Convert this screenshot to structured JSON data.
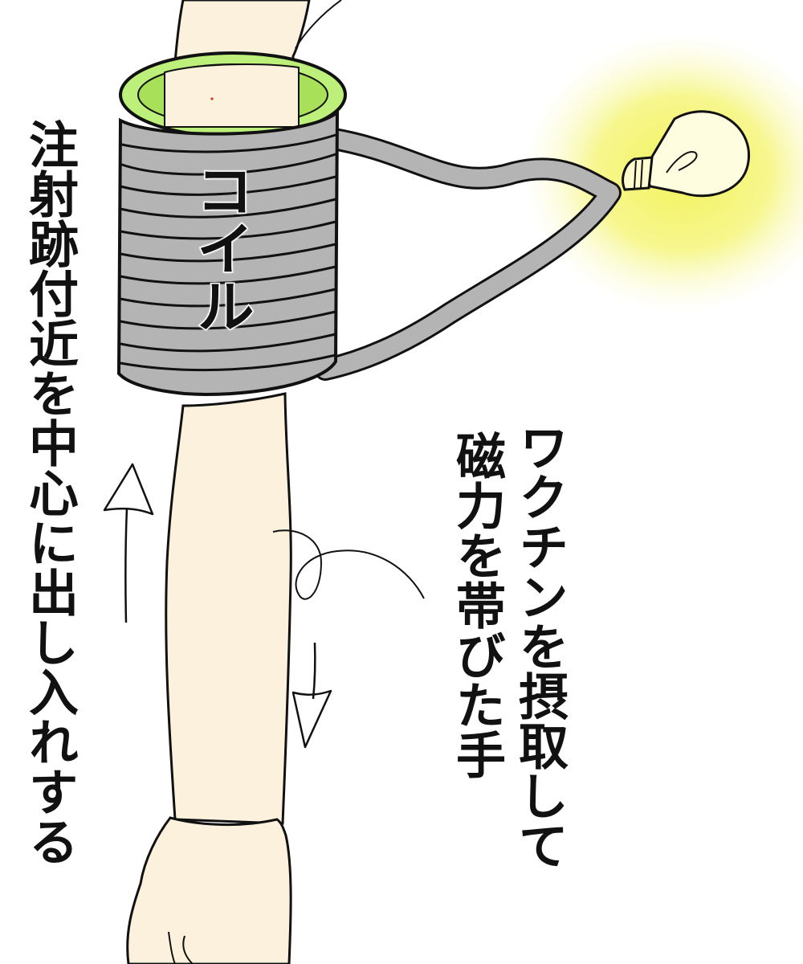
{
  "labels": {
    "coil": "コイル",
    "injection_instruction": "注射跡付近を中心に出し入れする",
    "magnetic_hand_line1": "ワクチンを摂取して",
    "magnetic_hand_line2": "磁力を帯びた手"
  },
  "colors": {
    "background": "#ffffff",
    "skin": "#fbf1dc",
    "coil_wire": "#b4b4b4",
    "coil_rim": "#bdf07a",
    "bulb_glow": "#f2f25a",
    "outline": "#111111"
  },
  "icons": {
    "bulb": "light-bulb-icon",
    "arrow_up": "arrow-up-icon",
    "arrow_down": "arrow-down-icon"
  }
}
